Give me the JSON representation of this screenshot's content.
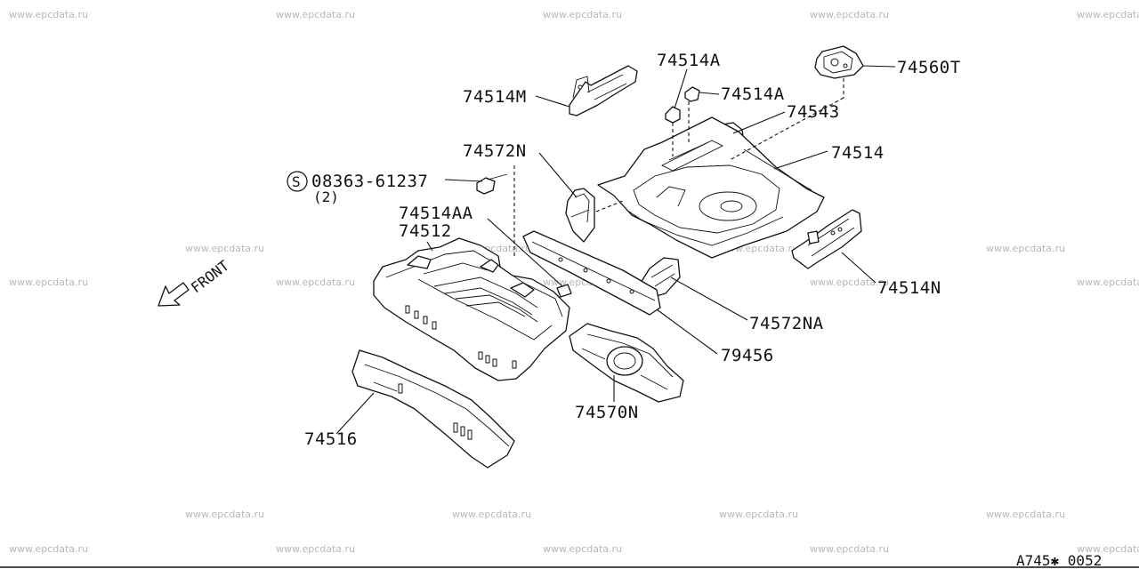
{
  "watermark": "www.epcdata.ru",
  "front_label": "FRONT",
  "footer_code": "A745✱ 0052",
  "screw": {
    "symbol": "S",
    "part_no": "08363-61237",
    "qty": "(2)"
  },
  "labels": {
    "p74514M": "74514M",
    "p74514A_top": "74514A",
    "p74514A_side": "74514A",
    "p74560T": "74560T",
    "p74543": "74543",
    "p74514": "74514",
    "p74572N": "74572N",
    "p74514AA": "74514AA",
    "p74512": "74512",
    "p74514N": "74514N",
    "p74572NA": "74572NA",
    "p79456": "79456",
    "p74570N": "74570N",
    "p74516": "74516"
  }
}
